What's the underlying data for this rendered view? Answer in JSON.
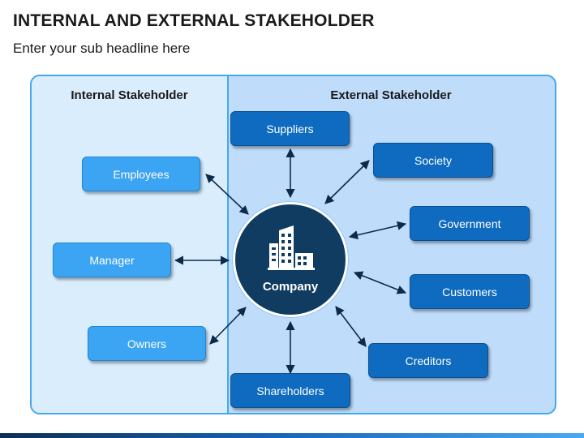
{
  "title": "INTERNAL AND EXTERNAL STAKEHOLDER",
  "subtitle": "Enter your sub headline here",
  "internal": {
    "header": "Internal Stakeholder",
    "items": [
      "Employees",
      "Manager",
      "Owners"
    ]
  },
  "external": {
    "header": "External Stakeholder",
    "items": [
      "Suppliers",
      "Society",
      "Government",
      "Customers",
      "Creditors",
      "Shareholders"
    ]
  },
  "center": {
    "label": "Company",
    "icon": "buildings-icon"
  },
  "colors": {
    "internal_box": "#3ba4f3",
    "external_box": "#0f6bc0",
    "hub": "#103c62",
    "border": "#45a8f0",
    "arrow": "#0c2b4a"
  }
}
